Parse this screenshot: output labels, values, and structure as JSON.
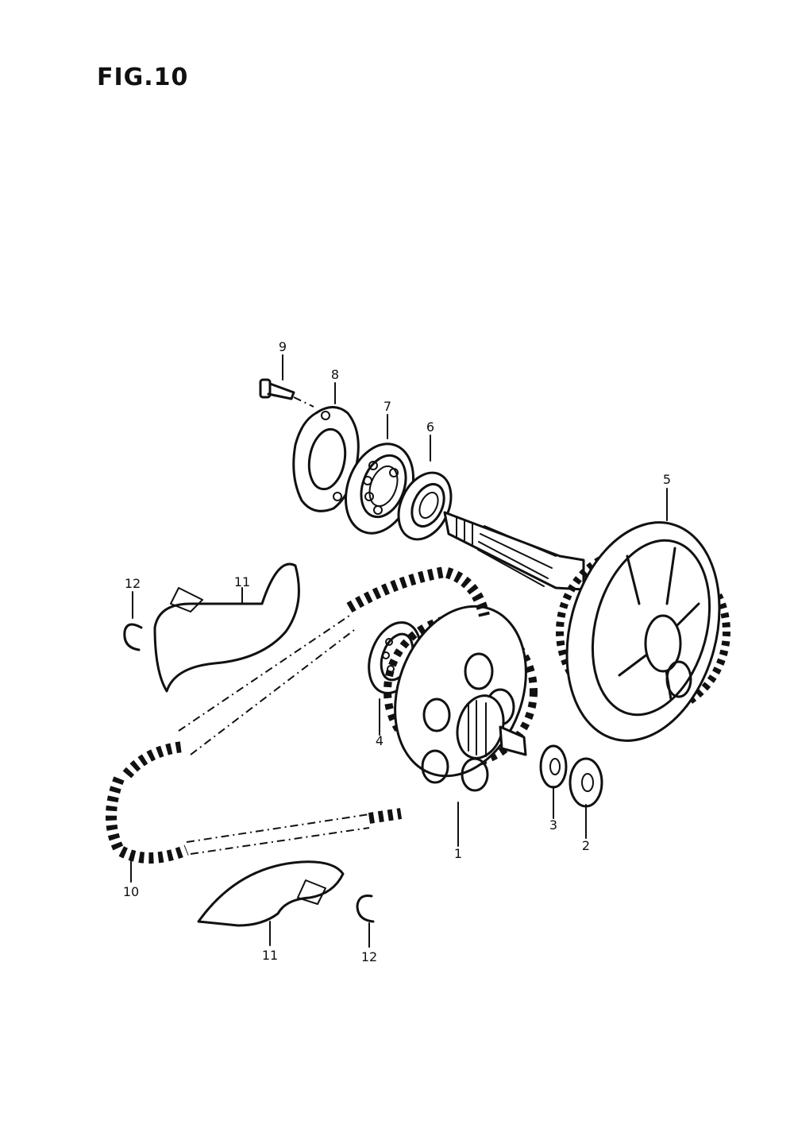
{
  "figure": {
    "title": "FIG.10"
  },
  "callouts": [
    {
      "id": "1",
      "text": "1"
    },
    {
      "id": "2",
      "text": "2"
    },
    {
      "id": "3",
      "text": "3"
    },
    {
      "id": "4",
      "text": "4"
    },
    {
      "id": "5",
      "text": "5"
    },
    {
      "id": "6",
      "text": "6"
    },
    {
      "id": "7",
      "text": "7"
    },
    {
      "id": "8",
      "text": "8"
    },
    {
      "id": "9",
      "text": "9"
    },
    {
      "id": "10",
      "text": "10"
    },
    {
      "id": "11a",
      "text": "11"
    },
    {
      "id": "11b",
      "text": "11"
    },
    {
      "id": "12a",
      "text": "12"
    },
    {
      "id": "12b",
      "text": "12"
    }
  ]
}
